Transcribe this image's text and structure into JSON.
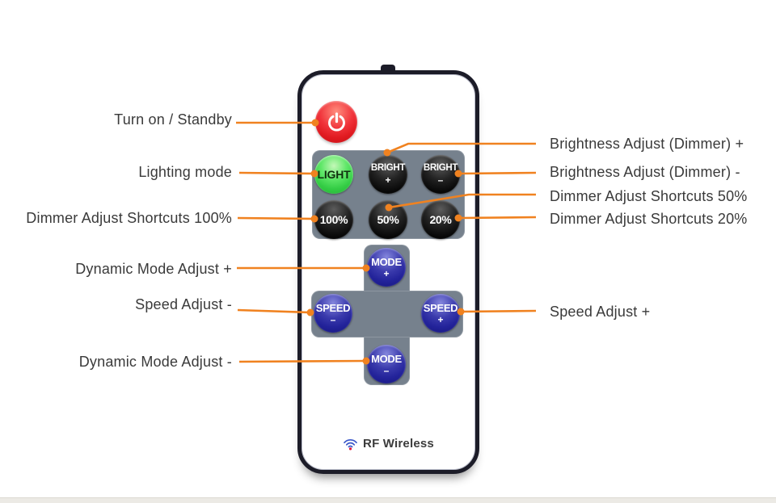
{
  "colors": {
    "callout_orange": "#F08220",
    "panel_slate": "#76818D",
    "remote_outline": "#1C1C28",
    "power_red": "#E01A20",
    "light_green": "#33CC44",
    "key_black": "#111111",
    "key_blue": "#23239A",
    "label_text": "#3A3A3A"
  },
  "icons": {
    "power": "power-icon",
    "rf_wireless": "wifi-icon"
  },
  "callouts": {
    "left": [
      {
        "label": "Turn on / Standby"
      },
      {
        "label": "Lighting mode"
      },
      {
        "label": "Dimmer Adjust Shortcuts 100%"
      },
      {
        "label": "Dynamic Mode Adjust +"
      },
      {
        "label": "Speed Adjust -"
      },
      {
        "label": "Dynamic Mode Adjust -"
      }
    ],
    "right": [
      {
        "label": "Brightness Adjust (Dimmer) +"
      },
      {
        "label": "Brightness Adjust (Dimmer) -"
      },
      {
        "label": "Dimmer Adjust Shortcuts 50%"
      },
      {
        "label": "Dimmer Adjust Shortcuts 20%"
      },
      {
        "label": "Speed Adjust +"
      }
    ]
  },
  "remote": {
    "keypad": {
      "light": {
        "label": "LIGHT"
      },
      "bright_plus": {
        "label": "BRIGHT",
        "sub": "+"
      },
      "bright_minus": {
        "label": "BRIGHT",
        "sub": "–"
      },
      "p100": {
        "label": "100%"
      },
      "p50": {
        "label": "50%"
      },
      "p20": {
        "label": "20%"
      }
    },
    "dpad": {
      "mode_plus": {
        "label": "MODE",
        "sub": "+"
      },
      "speed_minus": {
        "label": "SPEED",
        "sub": "–"
      },
      "speed_plus": {
        "label": "SPEED",
        "sub": "+"
      },
      "mode_minus": {
        "label": "MODE",
        "sub": "–"
      }
    },
    "branding": {
      "label": "RF Wireless"
    }
  }
}
